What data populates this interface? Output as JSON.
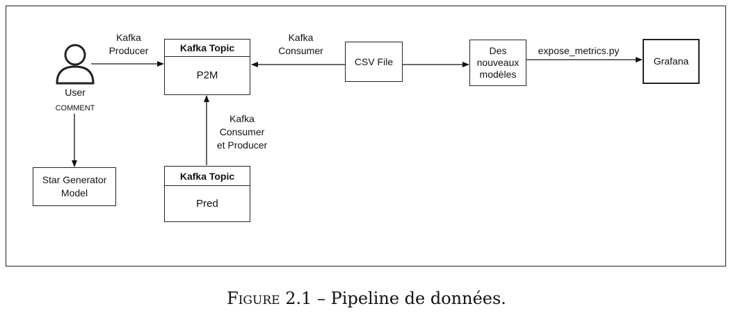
{
  "user": {
    "label": "User",
    "sublabel": "COMMENT"
  },
  "kafka_producer_label": "Kafka\nProducer",
  "kafka_consumer_label": "Kafka\nConsumer",
  "kafka_consumer_producer_label": "Kafka\nConsumer\net Producer",
  "topic_p2m": {
    "header": "Kafka Topic",
    "name": "P2M"
  },
  "topic_pred": {
    "header": "Kafka Topic",
    "name": "Pred"
  },
  "csv_file": "CSV File",
  "new_models": "Des\nnouveaux\nmodèles",
  "expose_metrics": "expose_metrics.py",
  "grafana": "Grafana",
  "star_generator": "Star Generator\nModel",
  "caption": {
    "figure_word": "Figure",
    "number": "2.1",
    "text": "– Pipeline de données."
  }
}
